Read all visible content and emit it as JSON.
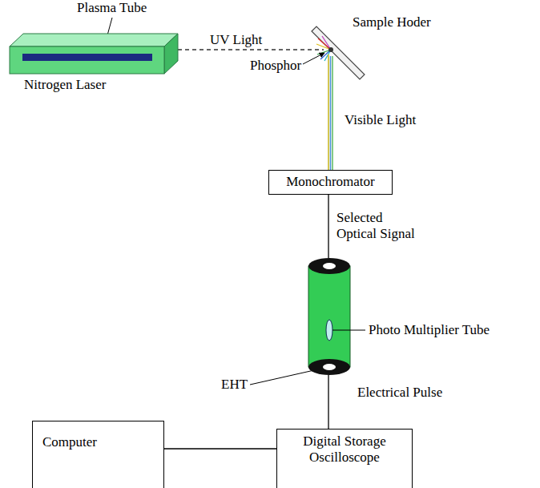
{
  "diagram": {
    "nodes": [
      {
        "text": [
          "Nitrogen Laser"
        ]
      },
      {
        "text": [
          "Sample Hoder"
        ]
      },
      {
        "text": [
          "Monochromator"
        ]
      },
      {
        "text": [
          "Photo Multiplier Tube"
        ]
      },
      {
        "text": [
          "Digital Storage Oscilloscope"
        ]
      },
      {
        "text": [
          "Computer"
        ]
      }
    ],
    "edges": [
      {
        "from": 0,
        "to": 1,
        "label": "UV Light",
        "arrow": "none"
      },
      {
        "from": 1,
        "to": 2,
        "label": "Visible Light",
        "arrow": "none"
      },
      {
        "from": 2,
        "to": 3,
        "label": "Selected Optical Signal",
        "arrow": "none"
      },
      {
        "from": 3,
        "to": 4,
        "label": "Electrical Pulse",
        "arrow": "none"
      },
      {
        "from": 5,
        "to": 4,
        "arrow": "none"
      }
    ],
    "labels": [
      "Plasma Tube",
      "Phosphor",
      "EHT"
    ]
  }
}
